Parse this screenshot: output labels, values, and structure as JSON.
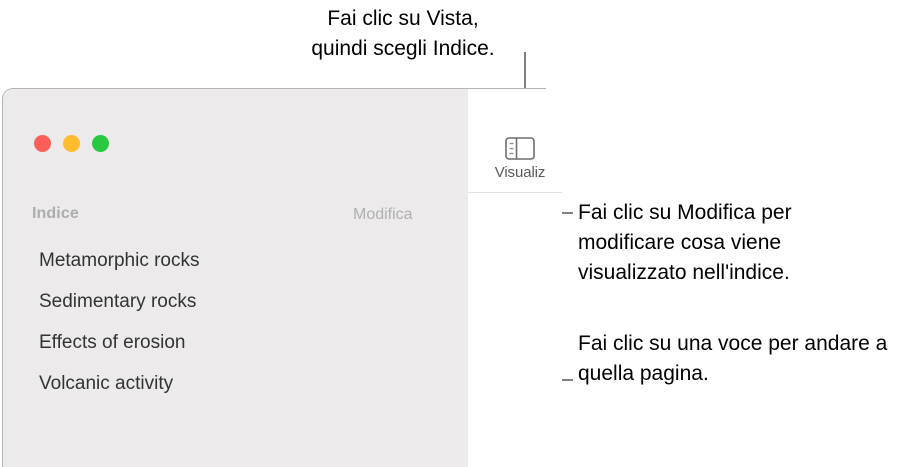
{
  "callouts": {
    "top": "Fai clic su Vista,\nquindi scegli Indice.",
    "edit": "Fai clic su Modifica per modificare cosa viene visualizzato nell'indice.",
    "item": "Fai clic su una voce per andare a quella pagina."
  },
  "window": {
    "traffic_lights": {
      "close_color": "#FF5F57",
      "minimize_color": "#FEBC2E",
      "maximize_color": "#28C840"
    },
    "toolbar": {
      "view_icon": "sidebar-toggle-icon",
      "view_label": "Visualiz"
    },
    "sidebar": {
      "title": "Indice",
      "edit_label": "Modifica",
      "background_color": "#ECEAEA",
      "items": [
        {
          "label": "Metamorphic rocks"
        },
        {
          "label": "Sedimentary rocks"
        },
        {
          "label": "Effects of erosion"
        },
        {
          "label": "Volcanic activity"
        }
      ]
    }
  }
}
